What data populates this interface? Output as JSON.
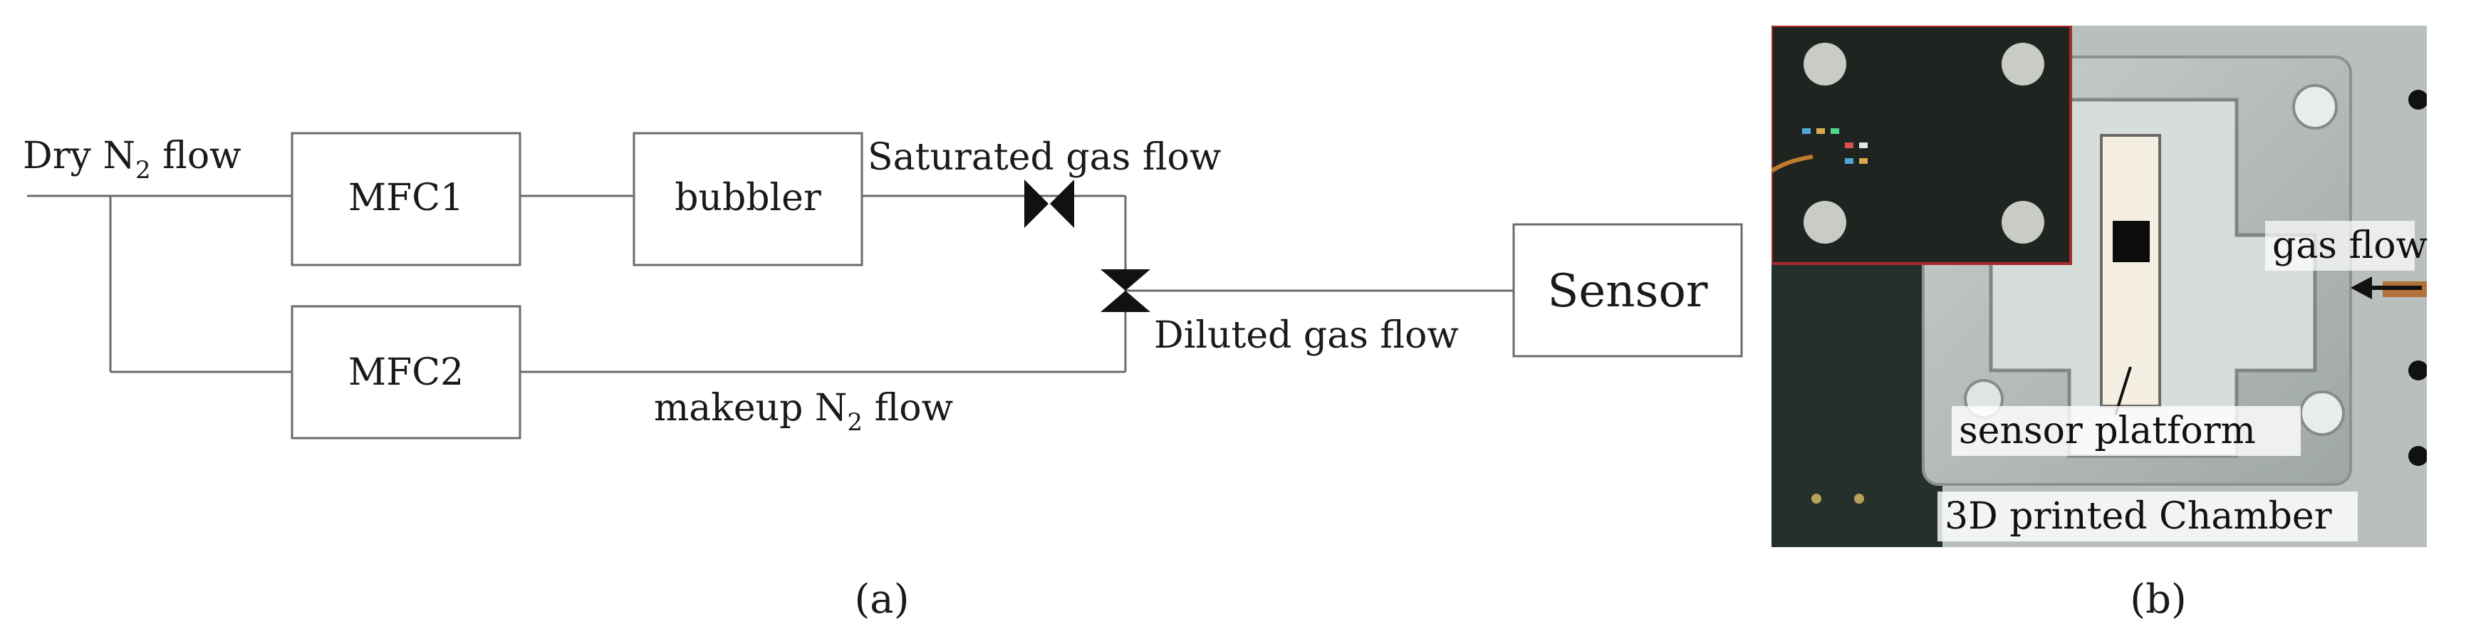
{
  "diagram_a": {
    "dry_flow": {
      "prefix": "Dry N",
      "sub": "2",
      "suffix": " flow"
    },
    "mfc1": "MFC1",
    "mfc2": "MFC2",
    "bubbler": "bubbler",
    "saturated": "Saturated gas flow",
    "diluted": "Diluted gas flow",
    "sensor": "Sensor",
    "makeup": {
      "prefix": "makeup N",
      "sub": "2",
      "suffix": " flow"
    },
    "caption": "(a)"
  },
  "photo_b": {
    "gas_flow": "gas flow",
    "sensor_platform": "sensor platform",
    "chamber": "3D printed Chamber",
    "caption": "(b)"
  }
}
